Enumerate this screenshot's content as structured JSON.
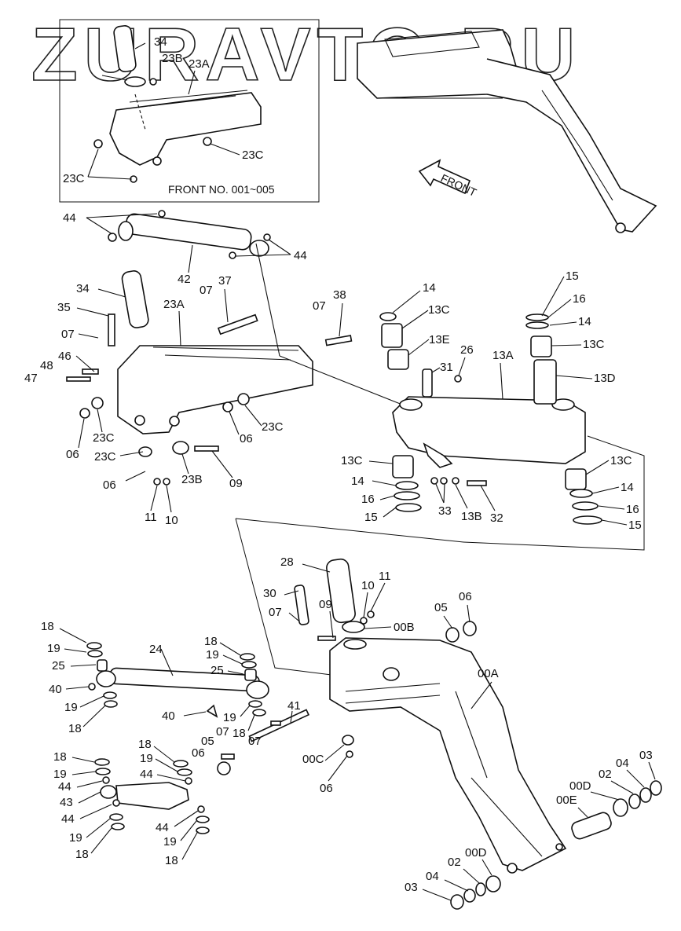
{
  "watermark": "ZURAVTO.RU",
  "inset": {
    "caption": "FRONT NO. 001~005"
  },
  "arrow": {
    "label": "FRONT"
  },
  "labels": {
    "in34": "34",
    "in23B": "23B",
    "in23A": "23A",
    "in23C_a": "23C",
    "in23C_b": "23C",
    "l44a": "44",
    "l44b": "44",
    "l42": "42",
    "l34": "34",
    "l35": "35",
    "l07a": "07",
    "l46": "46",
    "l48": "48",
    "l47": "47",
    "l23A": "23A",
    "l07b": "07",
    "l37": "37",
    "l07c": "07",
    "l38": "38",
    "l06a": "06",
    "l23Ca": "23C",
    "l23Cb": "23C",
    "l06b": "06",
    "l23Cc": "23C",
    "l06c": "06",
    "l23B": "23B",
    "l09a": "09",
    "l11a": "11",
    "l10a": "10",
    "l14a": "14",
    "l13Ca": "13C",
    "l13E": "13E",
    "l26": "26",
    "l31": "31",
    "l13A": "13A",
    "l15a": "15",
    "l16a": "16",
    "l14b": "14",
    "l13Cb": "13C",
    "l13D": "13D",
    "l13Cc": "13C",
    "l14c": "14",
    "l16b": "16",
    "l15b": "15",
    "l33": "33",
    "l13B": "13B",
    "l32": "32",
    "l13Cd": "13C",
    "l14d": "14",
    "l16c": "16",
    "l15c": "15",
    "l28": "28",
    "l30": "30",
    "l07d": "07",
    "l09b": "09",
    "l10b": "10",
    "l11b": "11",
    "l00B": "00B",
    "l05a": "05",
    "l06d": "06",
    "l00A": "00A",
    "l18a": "18",
    "l19a": "19",
    "l25a": "25",
    "l40a": "40",
    "l19b": "19",
    "l18b": "18",
    "l24": "24",
    "l18c": "18",
    "l19c": "19",
    "l25b": "25",
    "l40b": "40",
    "l19d": "19",
    "l18d": "18",
    "l41": "41",
    "l07e": "07",
    "l07f": "07",
    "l05b": "05",
    "l06e": "06",
    "l00C": "00C",
    "l06f": "06",
    "l18e": "18",
    "l19e": "19",
    "l44c": "44",
    "l43": "43",
    "l44d": "44",
    "l19f": "19",
    "l18f": "18",
    "l18g": "18",
    "l19g": "19",
    "l44e": "44",
    "l44f": "44",
    "l19h": "19",
    "l18h": "18",
    "l00D_a": "00D",
    "l02a": "02",
    "l04a": "04",
    "l03a": "03",
    "l00E": "00E",
    "l00D_b": "00D",
    "l02b": "02",
    "l04b": "04",
    "l03b": "03"
  }
}
